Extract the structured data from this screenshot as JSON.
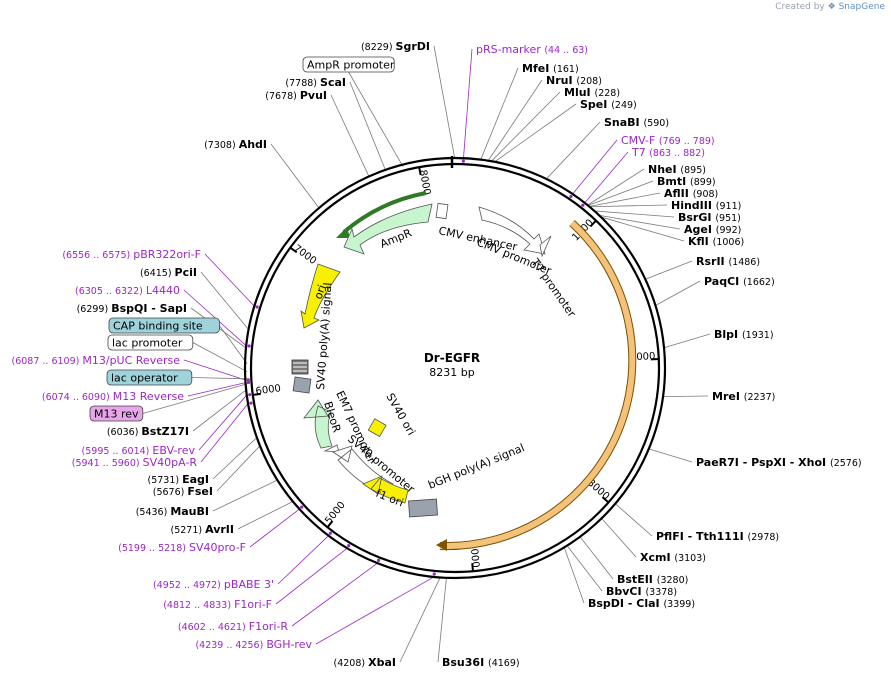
{
  "credit": {
    "prefix": "Created by",
    "brand": "SnapGene"
  },
  "plasmid": {
    "name": "Dr-EGFR",
    "length_label": "8231 bp",
    "length": 8231
  },
  "ticks": [
    "1000",
    "2000",
    "3000",
    "4000",
    "5000",
    "6000",
    "7000",
    "8000"
  ],
  "enzymes": [
    {
      "id": "sgrdi",
      "name": "SgrDI",
      "pos": "(8229)",
      "site": 8229,
      "label_left": true
    },
    {
      "id": "scai",
      "name": "ScaI",
      "pos": "(7788)",
      "site": 7788,
      "label_left": true
    },
    {
      "id": "pvui",
      "name": "PvuI",
      "pos": "(7678)",
      "site": 7678,
      "label_left": true
    },
    {
      "id": "ahdi",
      "name": "AhdI",
      "pos": "(7308)",
      "site": 7308,
      "label_left": true
    },
    {
      "id": "mfei",
      "name": "MfeI",
      "pos": "(161)",
      "site": 161
    },
    {
      "id": "nrui",
      "name": "NruI",
      "pos": "(208)",
      "site": 208
    },
    {
      "id": "mlui",
      "name": "MluI",
      "pos": "(228)",
      "site": 228
    },
    {
      "id": "spei",
      "name": "SpeI",
      "pos": "(249)",
      "site": 249
    },
    {
      "id": "snabi",
      "name": "SnaBI",
      "pos": "(590)",
      "site": 590
    },
    {
      "id": "nhei",
      "name": "NheI",
      "pos": "(895)",
      "site": 895
    },
    {
      "id": "bmti",
      "name": "BmtI",
      "pos": "(899)",
      "site": 899
    },
    {
      "id": "aflii",
      "name": "AflII",
      "pos": "(908)",
      "site": 908
    },
    {
      "id": "hindiii",
      "name": "HindIII",
      "pos": "(911)",
      "site": 911
    },
    {
      "id": "bsrgi",
      "name": "BsrGI",
      "pos": "(951)",
      "site": 951
    },
    {
      "id": "agei",
      "name": "AgeI",
      "pos": "(992)",
      "site": 992
    },
    {
      "id": "kfli",
      "name": "KflI",
      "pos": "(1006)",
      "site": 1006
    },
    {
      "id": "rsrii",
      "name": "RsrII",
      "pos": "(1486)",
      "site": 1486
    },
    {
      "id": "paqci",
      "name": "PaqCI",
      "pos": "(1662)",
      "site": 1662
    },
    {
      "id": "blpi",
      "name": "BlpI",
      "pos": "(1931)",
      "site": 1931
    },
    {
      "id": "mrei",
      "name": "MreI",
      "pos": "(2237)",
      "site": 2237
    },
    {
      "id": "paer7i",
      "name": "PaeR7I   - PspXI   - XhoI",
      "pos": "(2576)",
      "site": 2576
    },
    {
      "id": "pflfi",
      "name": "PflFI   - Tth111I",
      "pos": "(2978)",
      "site": 2978
    },
    {
      "id": "xcmi",
      "name": "XcmI",
      "pos": "(3103)",
      "site": 3103
    },
    {
      "id": "bsteii",
      "name": "BstEII",
      "pos": "(3280)",
      "site": 3280
    },
    {
      "id": "bbvci",
      "name": "BbvCI",
      "pos": "(3378)",
      "site": 3378
    },
    {
      "id": "bspdi",
      "name": "BspDI   - ClaI",
      "pos": "(3399)",
      "site": 3399
    },
    {
      "id": "bsu36i",
      "name": "Bsu36I",
      "pos": "(4169)",
      "site": 4169
    },
    {
      "id": "xbai",
      "name": "XbaI",
      "pos": "(4208)",
      "site": 4208,
      "label_left": true
    },
    {
      "id": "avrii",
      "name": "AvrII",
      "pos": "(5271)",
      "site": 5271,
      "label_left": true
    },
    {
      "id": "maubi",
      "name": "MauBI",
      "pos": "(5436)",
      "site": 5436,
      "label_left": true
    },
    {
      "id": "fsei",
      "name": "FseI",
      "pos": "(5676)",
      "site": 5676,
      "label_left": true
    },
    {
      "id": "eagi",
      "name": "EagI",
      "pos": "(5731)",
      "site": 5731,
      "label_left": true
    },
    {
      "id": "bstz17i",
      "name": "BstZ17I",
      "pos": "(6036)",
      "site": 6036,
      "label_left": true
    },
    {
      "id": "bspqi",
      "name": "BspQI   - SapI",
      "pos": "(6299)",
      "site": 6299,
      "label_left": true
    },
    {
      "id": "pcii",
      "name": "PciI",
      "pos": "(6415)",
      "site": 6415,
      "label_left": true
    }
  ],
  "primers": [
    {
      "id": "prs-marker",
      "name": "pRS-marker",
      "pos": "(44 .. 63)",
      "site": 53
    },
    {
      "id": "cmv-f",
      "name": "CMV-F",
      "pos": "(769 .. 789)",
      "site": 779
    },
    {
      "id": "t7",
      "name": "T7",
      "pos": "(863 .. 882)",
      "site": 872
    },
    {
      "id": "pbr322ori-f",
      "name": "pBR322ori-F",
      "pos": "(6556 .. 6575)",
      "site": 6565,
      "label_left": true
    },
    {
      "id": "l4440",
      "name": "L4440",
      "pos": "(6305 .. 6322)",
      "site": 6313,
      "label_left": true
    },
    {
      "id": "m13puc-rev",
      "name": "M13/pUC Reverse",
      "pos": "(6087 .. 6109)",
      "site": 6098,
      "label_left": true
    },
    {
      "id": "m13-reverse",
      "name": "M13 Reverse",
      "pos": "(6074 .. 6090)",
      "site": 6082,
      "label_left": true
    },
    {
      "id": "ebv-rev",
      "name": "EBV-rev",
      "pos": "(5995 .. 6014)",
      "site": 6004,
      "label_left": true
    },
    {
      "id": "sv40pa-r",
      "name": "SV40pA-R",
      "pos": "(5941 .. 5960)",
      "site": 5950,
      "label_left": true
    },
    {
      "id": "sv40pro-f",
      "name": "SV40pro-F",
      "pos": "(5199 .. 5218)",
      "site": 5208,
      "label_left": true
    },
    {
      "id": "pbabe3",
      "name": "pBABE 3'",
      "pos": "(4952 .. 4972)",
      "site": 4962,
      "label_left": true
    },
    {
      "id": "f1ori-f",
      "name": "F1ori-F",
      "pos": "(4812 .. 4833)",
      "site": 4822,
      "label_left": true
    },
    {
      "id": "f1ori-r",
      "name": "F1ori-R",
      "pos": "(4602 .. 4621)",
      "site": 4611,
      "label_left": true
    },
    {
      "id": "bgh-rev",
      "name": "BGH-rev",
      "pos": "(4239 .. 4256)",
      "site": 4247,
      "label_left": true
    }
  ],
  "boxed_features": [
    {
      "id": "ampr-promoter",
      "label": "AmpR promoter",
      "site": 7900,
      "fill": "#ffffff"
    },
    {
      "id": "cap-site",
      "label": "CAP binding site",
      "site": 6200,
      "fill": "#9fd3dc"
    },
    {
      "id": "lac-promoter",
      "label": "lac promoter",
      "site": 6150,
      "fill": "#ffffff"
    },
    {
      "id": "lac-operator",
      "label": "lac operator",
      "site": 6105,
      "fill": "#9fd3dc"
    },
    {
      "id": "m13-rev-feature",
      "label": "M13 rev",
      "site": 6075,
      "fill": "#e8a6ea"
    }
  ],
  "features": {
    "cmv_enhancer": "CMV enhancer",
    "cmv_promoter": "CMV promoter",
    "t7_promoter": "T7 promoter",
    "ampr": "AmpR",
    "ori": "ori",
    "sv40_polya": "SV40 poly(A) signal",
    "em7_promoter": "EM7 promoter",
    "bleor": "BleoR",
    "sv40_ori": "SV40 ori",
    "sv40_promoter": "SV40 promoter",
    "f1_ori": "f1 ori",
    "bgh_polya": "bGH poly(A) signal"
  },
  "colors": {
    "backbone": "#000000",
    "egfr_arc": "#f0b75c",
    "egfr_arc_dark": "#7a5200",
    "ampr": "#c7f5cd",
    "ampr_dark": "#2f7a25",
    "ori": "#f7f000",
    "primer": "#9b27c5"
  }
}
